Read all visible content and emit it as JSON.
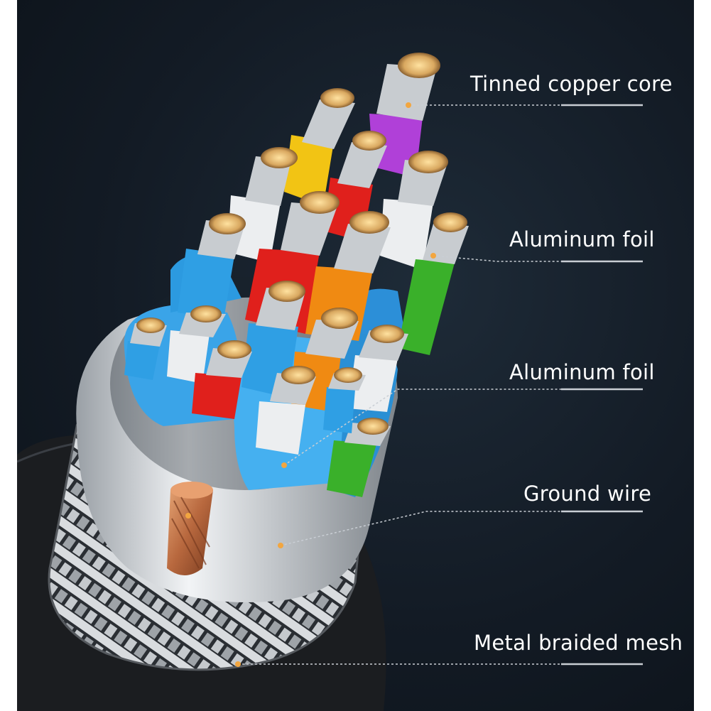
{
  "callouts": [
    {
      "id": "tinned-copper-core",
      "label": "Tinned copper core"
    },
    {
      "id": "aluminum-foil-1",
      "label": "Aluminum foil"
    },
    {
      "id": "aluminum-foil-2",
      "label": "Aluminum foil"
    },
    {
      "id": "ground-wire",
      "label": "Ground wire"
    },
    {
      "id": "metal-braided-mesh",
      "label": "Metal braided mesh"
    }
  ],
  "colors": {
    "background": "#131b25",
    "label_text": "#ffffff",
    "leader_line": "#c9ced4",
    "anchor_dot": "#f2a640",
    "wire_purple": "#b040d8",
    "wire_yellow": "#f2c414",
    "wire_red": "#e0201c",
    "wire_white": "#eceef0",
    "wire_blue": "#2f9fe4",
    "wire_orange": "#f08a12",
    "wire_green": "#3ab02a",
    "copper": "#c0784c",
    "shield_silver": "#b8bcc0"
  }
}
